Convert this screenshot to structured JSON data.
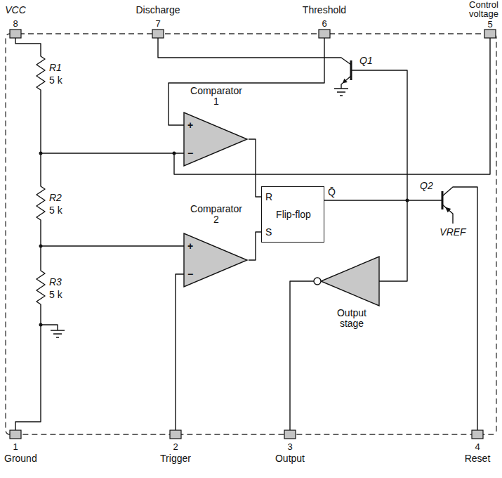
{
  "diagram": {
    "nodes": [
      {
        "text": [
          "Comparator 1"
        ]
      },
      {
        "text": [
          "Comparator 2"
        ]
      },
      {
        "text": [
          "R",
          "Flip-flop",
          "S",
          "Q̄"
        ]
      },
      {
        "text": [
          "Output stage"
        ]
      }
    ],
    "edges": [
      {
        "from": 0,
        "to": 2,
        "arrow": "none"
      },
      {
        "from": 1,
        "to": 2,
        "arrow": "none"
      },
      {
        "from": 2,
        "to": 3,
        "arrow": "none"
      }
    ],
    "labels": [
      "VCC",
      "8",
      "Discharge",
      "7",
      "Threshold",
      "6",
      "Control voltage",
      "5",
      "R1",
      "5 k",
      "R2",
      "5 k",
      "R3",
      "5 k",
      "Q1",
      "Q2",
      "VREF",
      "1",
      "Ground",
      "2",
      "Trigger",
      "3",
      "Output",
      "4",
      "Reset",
      "+",
      "−",
      "+",
      "−"
    ]
  }
}
